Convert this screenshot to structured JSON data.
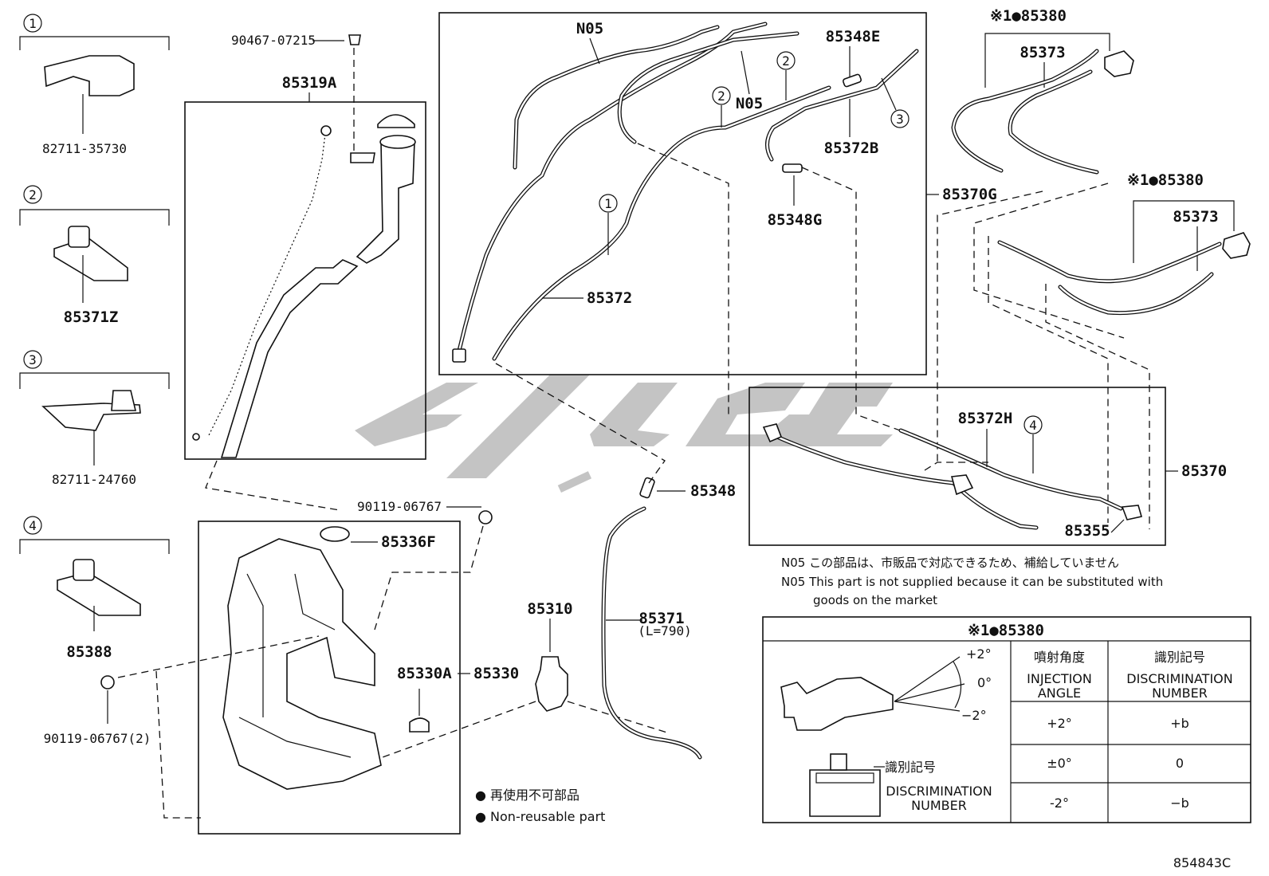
{
  "callouts": {
    "c1": "1",
    "c2": "2",
    "c3": "3",
    "c4": "4"
  },
  "parts": {
    "p1": "82711-35730",
    "p2": "85371Z",
    "p3": "82711-24760",
    "p4": "85388",
    "bolt_top": "90467-07215",
    "pipe": "85319A",
    "clip_tank": "90119-06767",
    "cap": "85336F",
    "tank_sub": "85330A",
    "tank": "85330",
    "bolt_left": "90119-06767(2)",
    "pump": "85310",
    "hose_85371": "85371",
    "hose_85371_len": "(L=790)",
    "joint_85348": "85348",
    "n05_a": "N05",
    "n05_b": "N05",
    "hose_85372": "85372",
    "joint_85348e": "85348E",
    "hose_85372b": "85372B",
    "joint_85348g": "85348G",
    "hose_assy_85370g": "85370G",
    "nozzle_top": "※1●85380",
    "hose_85373_top": "85373",
    "nozzle_mid": "※1●85380",
    "hose_85373_mid": "85373",
    "hose_85372h": "85372H",
    "hose_assy_85370": "85370",
    "valve_85355": "85355"
  },
  "notes": {
    "n05_jp": "N05 この部品は、市販品で対応できるため、補給していません",
    "n05_en1": "N05 This part is not supplied because it can be substituted with",
    "n05_en2": "goods on the market",
    "legend_jp": "● 再使用不可部品",
    "legend_en": "● Non-reusable part",
    "diagram_id": "854843C"
  },
  "table": {
    "title": "※1●85380",
    "angle_plus": "+2°",
    "angle_zero": "0°",
    "angle_minus": "−2°",
    "disc_jp": "識別記号",
    "disc_en1": "DISCRIMINATION",
    "disc_en2": "NUMBER",
    "col1_jp": "噴射角度",
    "col1_en1": "INJECTION",
    "col1_en2": "ANGLE",
    "col2_jp": "識別記号",
    "col2_en1": "DISCRIMINATION",
    "col2_en2": "NUMBER",
    "rows": [
      {
        "angle": "+2°",
        "number": "+b"
      },
      {
        "angle": "±0°",
        "number": "0"
      },
      {
        "angle": "-2°",
        "number": "−b"
      }
    ]
  }
}
